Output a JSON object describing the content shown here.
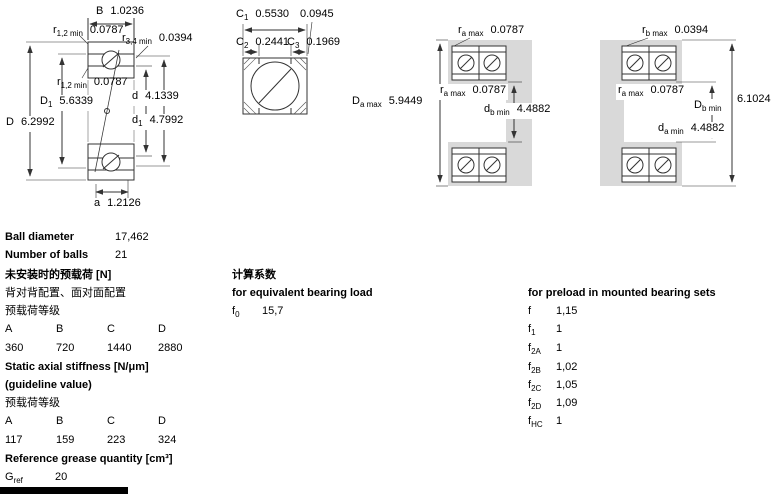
{
  "figs": {
    "f1": {
      "B": {
        "s": "B",
        "b": "",
        "v": "1.0236"
      },
      "r12t": {
        "s": "r",
        "b": "1,2 min",
        "v": "0.0787"
      },
      "r34": {
        "s": "r",
        "b": "3,4 min",
        "v": "0.0394"
      },
      "r12m": {
        "s": "r",
        "b": "1,2 min",
        "v": "0.0787"
      },
      "D1": {
        "s": "D",
        "b": "1",
        "v": "5.6339"
      },
      "d": {
        "s": "d",
        "b": "",
        "v": "4.1339"
      },
      "D": {
        "s": "D",
        "b": "",
        "v": "6.2992"
      },
      "d1": {
        "s": "d",
        "b": "1",
        "v": "4.7992"
      },
      "a": {
        "s": "a",
        "b": "",
        "v": "1.2126"
      }
    },
    "f2": {
      "C1": {
        "s": "C",
        "b": "1",
        "v": "0.5530"
      },
      "r0945": {
        "v": "0.0945"
      },
      "C2": {
        "s": "C",
        "b": "2",
        "v": "0.2441"
      },
      "C3": {
        "s": "C",
        "b": "3",
        "v": "0.1969"
      }
    },
    "f3": {
      "ra_top": {
        "s": "r",
        "b": "a max",
        "v": "0.0787"
      },
      "ra_mid": {
        "s": "r",
        "b": "a max",
        "v": "0.0787"
      },
      "Da": {
        "s": "D",
        "b": "a max",
        "v": "5.9449"
      },
      "db": {
        "s": "d",
        "b": "b min",
        "v": "4.4882"
      }
    },
    "f4": {
      "rb_top": {
        "s": "r",
        "b": "b max",
        "v": "0.0394"
      },
      "ra_mid": {
        "s": "r",
        "b": "a max",
        "v": "0.0787"
      },
      "Db": {
        "s": "D",
        "b": "b min",
        "v": "6.1024"
      },
      "da": {
        "s": "d",
        "b": "a min",
        "v": "4.4882"
      }
    }
  },
  "specs": {
    "ball_diameter_label": "Ball diameter",
    "ball_diameter": "17,462",
    "num_balls_label": "Number of balls",
    "num_balls": "21",
    "preload_heading": "未安装时的预载荷 [N]",
    "preload_config": "背对背配置、面对面配置",
    "preload_class_label": "预载荷等级",
    "grades": [
      "A",
      "B",
      "C",
      "D"
    ],
    "preload_values": [
      "360",
      "720",
      "1440",
      "2880"
    ],
    "stiffness_heading": "Static axial stiffness [N/μm]",
    "stiffness_note": "(guideline value)",
    "stiffness_class_label": "预载荷等级",
    "stiffness_values": [
      "117",
      "159",
      "223",
      "324"
    ],
    "grease_heading": "Reference grease quantity [cm³]",
    "grease": {
      "s": "G",
      "b": "ref",
      "v": "20"
    }
  },
  "calc": {
    "heading": "计算系数",
    "equiv_heading": "for equivalent bearing load",
    "f0": {
      "s": "f",
      "b": "0",
      "v": "15,7"
    }
  },
  "factors": {
    "heading": "for preload in mounted bearing sets",
    "rows": [
      {
        "s": "f",
        "b": "",
        "v": "1,15"
      },
      {
        "s": "f",
        "b": "1",
        "v": "1"
      },
      {
        "s": "f",
        "b": "2A",
        "v": "1"
      },
      {
        "s": "f",
        "b": "2B",
        "v": "1,02"
      },
      {
        "s": "f",
        "b": "2C",
        "v": "1,05"
      },
      {
        "s": "f",
        "b": "2D",
        "v": "1,09"
      },
      {
        "s": "f",
        "b": "HC",
        "v": "1"
      }
    ]
  }
}
